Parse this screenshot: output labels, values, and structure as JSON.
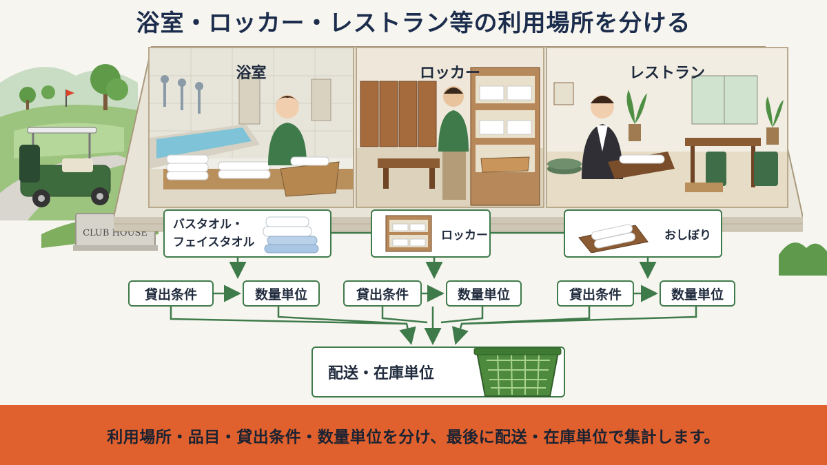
{
  "title": "浴室・ロッカー・レストラン等の利用場所を分ける",
  "scene": {
    "sign": "CLUB HOUSE",
    "areas": [
      {
        "label": "浴室"
      },
      {
        "label": "ロッカー"
      },
      {
        "label": "レストラン"
      }
    ]
  },
  "flow": {
    "items": [
      {
        "label_line1": "バスタオル・",
        "label_line2": "フェイスタオル"
      },
      {
        "label": "ロッカー"
      },
      {
        "label": "おしぼり"
      }
    ],
    "condition_label": "貸出条件",
    "unit_label": "数量単位",
    "final_label": "配送・在庫単位"
  },
  "footer": "利用場所・品目・貸出条件・数量単位を分け、最後に配送・在庫単位で集計します。",
  "colors": {
    "accent_green": "#3f7a4a",
    "footer_orange": "#e0612d",
    "title_navy": "#1c2c4c"
  }
}
